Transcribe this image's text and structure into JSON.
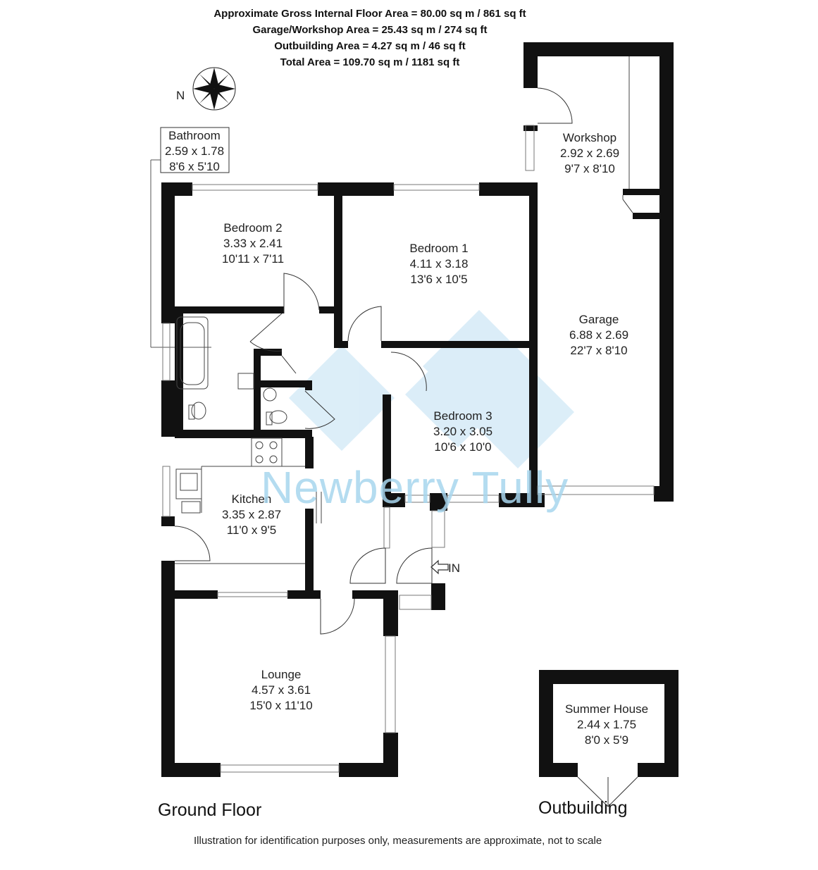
{
  "header": {
    "line1": "Approximate Gross Internal Floor Area = 80.00 sq m / 861 sq ft",
    "line2": "Garage/Workshop Area = 25.43 sq m / 274 sq ft",
    "line3": "Outbuilding Area = 4.27 sq m / 46 sq ft",
    "line4": "Total Area = 109.70 sq m / 1181 sq ft"
  },
  "compass": {
    "label": "N"
  },
  "rooms": {
    "bathroom": {
      "name": "Bathroom",
      "metric": "2.59 x 1.78",
      "imperial": "8'6 x 5'10"
    },
    "bedroom2": {
      "name": "Bedroom 2",
      "metric": "3.33 x 2.41",
      "imperial": "10'11 x 7'11"
    },
    "bedroom1": {
      "name": "Bedroom 1",
      "metric": "4.11 x 3.18",
      "imperial": "13'6 x 10'5"
    },
    "workshop": {
      "name": "Workshop",
      "metric": "2.92 x 2.69",
      "imperial": "9'7 x 8'10"
    },
    "garage": {
      "name": "Garage",
      "metric": "6.88 x 2.69",
      "imperial": "22'7 x 8'10"
    },
    "bedroom3": {
      "name": "Bedroom 3",
      "metric": "3.20 x 3.05",
      "imperial": "10'6 x 10'0"
    },
    "kitchen": {
      "name": "Kitchen",
      "metric": "3.35 x 2.87",
      "imperial": "11'0 x 9'5"
    },
    "lounge": {
      "name": "Lounge",
      "metric": "4.57 x 3.61",
      "imperial": "15'0 x 11'10"
    },
    "summer_house": {
      "name": "Summer House",
      "metric": "2.44 x 1.75",
      "imperial": "8'0 x 5'9"
    }
  },
  "entrance": {
    "label": "IN"
  },
  "floors": {
    "ground": "Ground Floor",
    "outbuilding": "Outbuilding"
  },
  "watermark": "Newberry Tully",
  "disclaimer": "Illustration for identification purposes only, measurements are approximate, not to scale",
  "colors": {
    "wall": "#111111",
    "watermark": "#a8d6ee"
  }
}
